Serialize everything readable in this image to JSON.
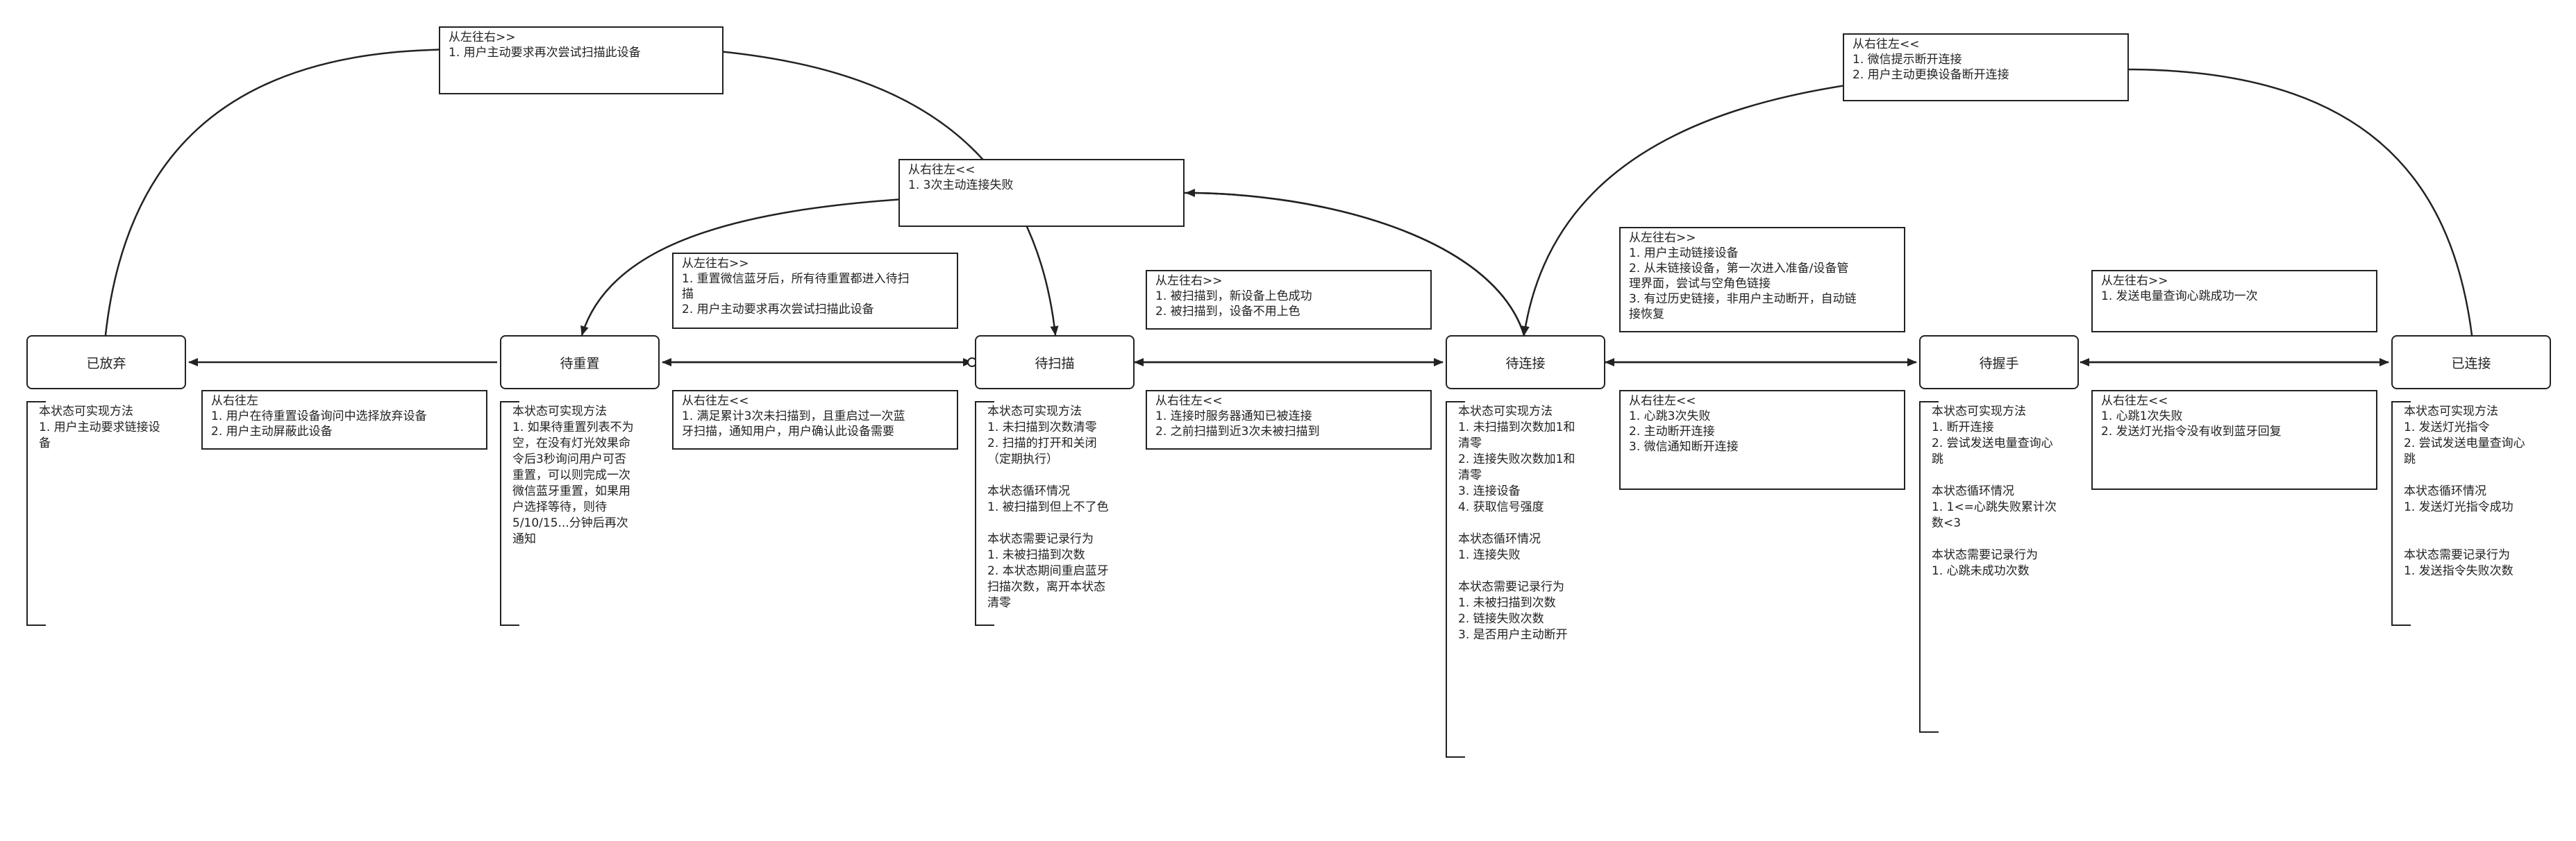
{
  "states": {
    "abandoned": "已放弃",
    "reset": "待重置",
    "scan": "待扫描",
    "connect": "待连接",
    "handshake": "待握手",
    "connected": "已连接"
  },
  "notes": {
    "top_ltr_retry": [
      "从左往右>>",
      "1. 用户主动要求再次尝试扫描此设备"
    ],
    "top_rtl_disconnect": [
      "从右往左<<",
      "1. 微信提示断开连接",
      "2. 用户主动更换设备断开连接"
    ],
    "mid_rtl_fail": [
      "从右往左<<",
      "1. 3次主动连接失败"
    ],
    "reset_to_scan": [
      "从左往右>>",
      "1. 重置微信蓝牙后，所有待重置都进入待扫",
      "描",
      "2. 用户主动要求再次尝试扫描此设备"
    ],
    "scan_to_reset": [
      "从右往左<<",
      "1. 满足累计3次未扫描到，且重启过一次蓝",
      "牙扫描，通知用户，用户确认此设备需要"
    ],
    "reset_to_abandon": [
      "从右往左",
      "1. 用户在待重置设备询问中选择放弃设备",
      "2. 用户主动屏蔽此设备"
    ],
    "scan_to_connect": [
      "从左往右>>",
      "1. 被扫描到，新设备上色成功",
      "2. 被扫描到，设备不用上色"
    ],
    "connect_to_scan": [
      "从右往左<<",
      "1. 连接时服务器通知已被连接",
      "2. 之前扫描到近3次未被扫描到"
    ],
    "connect_to_handshake": [
      "从左往右>>",
      "1. 用户主动链接设备",
      "2. 从未链接设备，第一次进入准备/设备管",
      "理界面，尝试与空角色链接",
      "3. 有过历史链接，非用户主动断开，自动链",
      "接恢复"
    ],
    "handshake_to_connect": [
      "从右往左<<",
      "1. 心跳3次失败",
      "2. 主动断开连接",
      "3. 微信通知断开连接"
    ],
    "handshake_to_connected": [
      "从左往右>>",
      "1. 发送电量查询心跳成功一次"
    ],
    "connected_to_handshake": [
      "从右往左<<",
      "1. 心跳1次失败",
      "2. 发送灯光指令没有收到蓝牙回复"
    ]
  },
  "descriptions": {
    "abandoned": [
      "本状态可实现方法",
      "1. 用户主动要求链接设",
      "备"
    ],
    "reset": [
      "本状态可实现方法",
      "1. 如果待重置列表不为",
      "空，在没有灯光效果命",
      "令后3秒询问用户可否",
      "重置，可以则完成一次",
      "微信蓝牙重置，如果用",
      "户选择等待，则待",
      "5/10/15...分钟后再次",
      "通知"
    ],
    "scan": [
      "本状态可实现方法",
      "1. 未扫描到次数清零",
      "2. 扫描的打开和关闭",
      "（定期执行）",
      "",
      "本状态循环情况",
      "1. 被扫描到但上不了色",
      "",
      "本状态需要记录行为",
      "1. 未被扫描到次数",
      "2. 本状态期间重启蓝牙",
      "扫描次数，离开本状态",
      "清零"
    ],
    "connect": [
      "本状态可实现方法",
      "1. 未扫描到次数加1和",
      "清零",
      "2. 连接失败次数加1和",
      "清零",
      "3. 连接设备",
      "4. 获取信号强度",
      "",
      "本状态循环情况",
      "1. 连接失败",
      "",
      "本状态需要记录行为",
      "1. 未被扫描到次数",
      "2. 链接失败次数",
      "3. 是否用户主动断开"
    ],
    "handshake": [
      "本状态可实现方法",
      "1. 断开连接",
      "2. 尝试发送电量查询心",
      "跳",
      "",
      "本状态循环情况",
      "1. 1<=心跳失败累计次",
      "数<3",
      "",
      "本状态需要记录行为",
      "1. 心跳未成功次数"
    ],
    "connected": [
      "本状态可实现方法",
      "1. 发送灯光指令",
      "2. 尝试发送电量查询心",
      "跳",
      "",
      "本状态循环情况",
      "1. 发送灯光指令成功",
      "",
      "",
      "本状态需要记录行为",
      "1. 发送指令失败次数"
    ]
  }
}
